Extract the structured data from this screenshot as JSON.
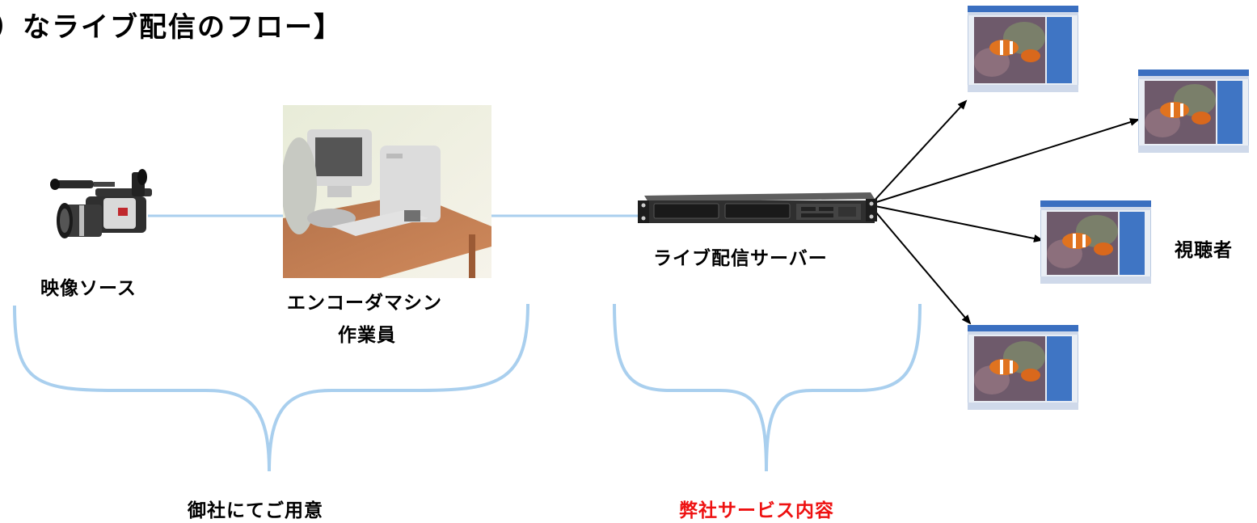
{
  "title": "）なライブ配信のフロー】",
  "labels": {
    "video_source": "映像ソース",
    "encoder_line1": "エンコーダマシン",
    "encoder_line2": "作業員",
    "server": "ライブ配信サーバー",
    "viewers": "視聴者",
    "client_prepares": "御社にてご用意",
    "our_service": "弊社サービス内容"
  },
  "colors": {
    "connector": "#a9cfee",
    "brace": "#a9cfee",
    "arrow": "#000000",
    "service_label": "#ee1111",
    "screen_frame": "#4a73b8",
    "screen_panel": "#3f75c4"
  },
  "icons": {
    "camera": "video-camera-icon",
    "encoder": "encoder-workstation-photo",
    "server": "rack-server-icon",
    "viewer_screen": "viewer-screen-thumbnail"
  }
}
